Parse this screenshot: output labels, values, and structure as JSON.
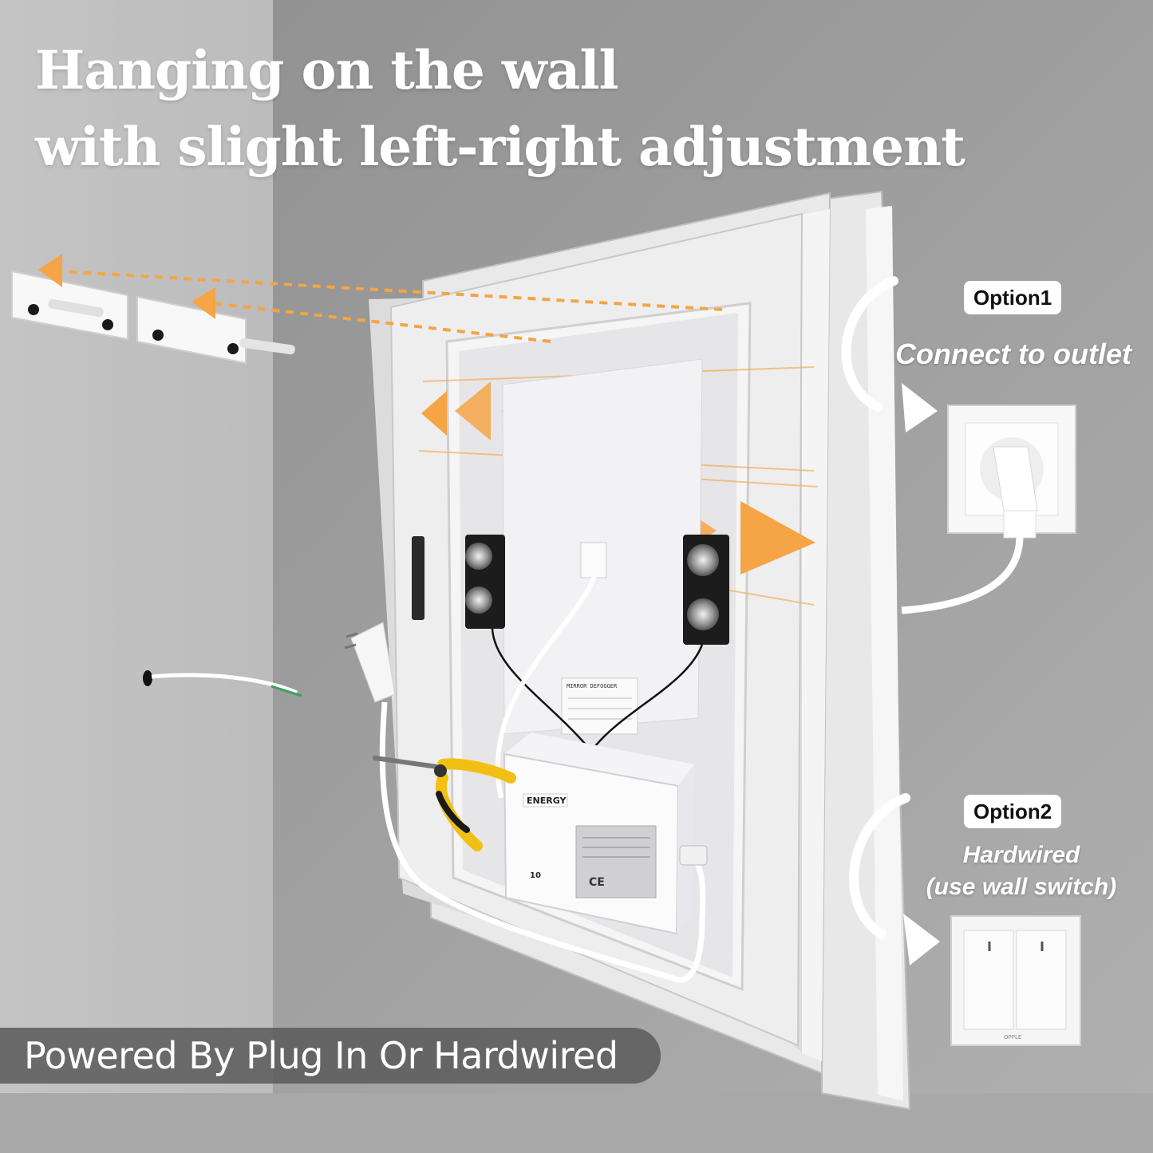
{
  "headline": {
    "line1": "Hanging on the wall",
    "line2": "with slight left-right adjustment"
  },
  "option1": {
    "badge": "Option1",
    "description": "Connect to outlet"
  },
  "option2": {
    "badge": "Option2",
    "description_line1": "Hardwired",
    "description_line2": "(use wall switch)"
  },
  "banner": {
    "text": "Powered By Plug In Or Hardwired"
  },
  "product_labels": {
    "defogger_label": "MIRROR DEFOGGER",
    "box_brand": "ENERGY",
    "box_number": "10",
    "switch_brand": "OPPLE"
  },
  "colors": {
    "background": "#9c9c9c",
    "accent_arrow": "#f5a446",
    "text": "#ffffff"
  },
  "icons": [
    "curved-arrow-icon",
    "wall-outlet-icon",
    "wall-switch-icon",
    "direction-arrow-icon"
  ]
}
